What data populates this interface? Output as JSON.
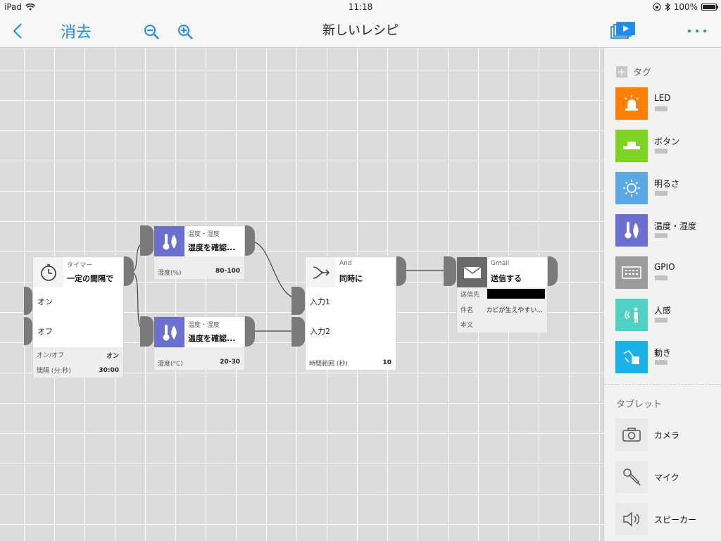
{
  "status": {
    "device": "iPad",
    "time": "11:18",
    "battery": "100%"
  },
  "nav": {
    "back_label": "<",
    "clear_label": "消去",
    "title": "新しいレシピ"
  },
  "blocks": {
    "timer": {
      "category": "タイマー",
      "name": "一定の間隔で",
      "port_on": "オン",
      "port_off": "オフ",
      "row1_label": "オン/オフ",
      "row1_value": "オン",
      "row2_label": "間隔 (分:秒)",
      "row2_value": "30:00"
    },
    "humidity": {
      "category": "温度・湿度",
      "name": "湿度を確認...",
      "label": "湿度(%)",
      "value": "80-100"
    },
    "temperature": {
      "category": "温度・湿度",
      "name": "温度を確認...",
      "label": "温度(°C)",
      "value": "20-30"
    },
    "and": {
      "category": "And",
      "name": "同時に",
      "input1": "入力1",
      "input2": "入力2",
      "label": "時間範囲 (秒)",
      "value": "10"
    },
    "gmail": {
      "category": "Gmail",
      "name": "送信する",
      "to_label": "送信先",
      "subject_label": "件名",
      "subject_value": "カビが生えやすい...",
      "body_label": "本文"
    }
  },
  "sidebar": {
    "tags_title": "タグ",
    "tags": [
      {
        "label": "LED",
        "color": "#ff8000"
      },
      {
        "label": "ボタン",
        "color": "#7ed321"
      },
      {
        "label": "明るさ",
        "color": "#5aa9e6"
      },
      {
        "label": "温度・湿度",
        "color": "#6b6fcf"
      },
      {
        "label": "GPIO",
        "color": "#9b9b9b"
      },
      {
        "label": "人感",
        "color": "#50d2c2"
      },
      {
        "label": "動き",
        "color": "#1ab0e8"
      }
    ],
    "tablet_title": "タブレット",
    "tablet": [
      {
        "label": "カメラ"
      },
      {
        "label": "マイク"
      },
      {
        "label": "スピーカー"
      }
    ]
  }
}
